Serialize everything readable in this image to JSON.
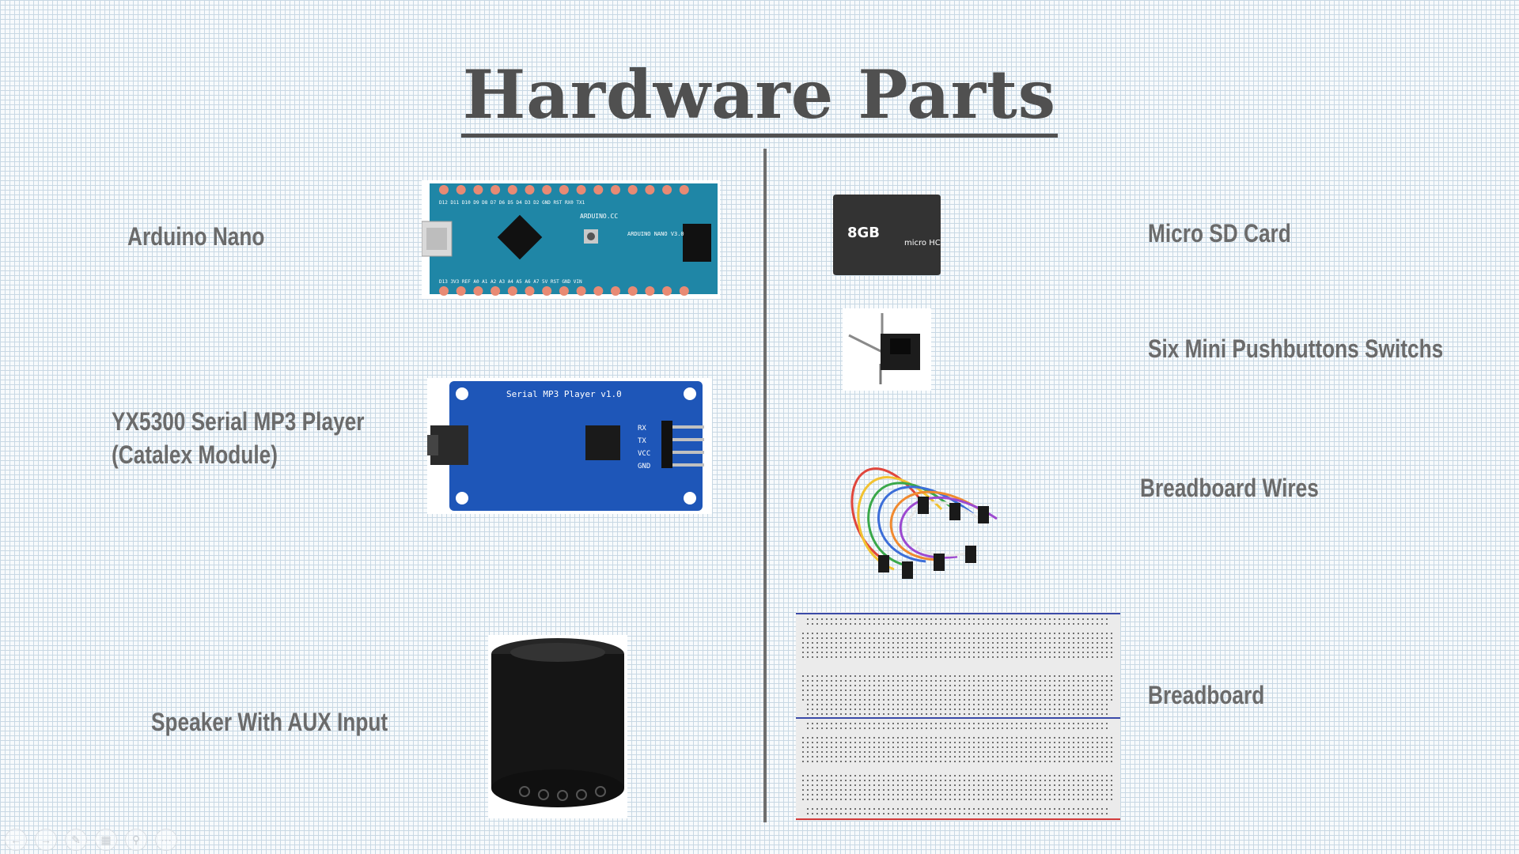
{
  "slide": {
    "title": "Hardware Parts"
  },
  "parts_left": [
    {
      "name": "Arduino Nano",
      "image_icon": "arduino-nano-board"
    },
    {
      "name_line1": "YX5300 Serial MP3 Player",
      "name_line2": "(Catalex Module)",
      "image_icon": "mp3-player-module"
    },
    {
      "name": "Speaker With AUX Input",
      "image_icon": "speaker"
    }
  ],
  "parts_right": [
    {
      "name": "Micro SD Card",
      "image_icon": "micro-sd-card"
    },
    {
      "name": "Six Mini Pushbuttons Switchs",
      "image_icon": "pushbutton-switch"
    },
    {
      "name": "Breadboard Wires",
      "image_icon": "jumper-wires"
    },
    {
      "name": "Breadboard",
      "image_icon": "breadboard"
    }
  ],
  "image_text": {
    "arduino_top_pins": "D12 D11 D10 D9 D8 D7 D6 D5 D4 D3 D2 GND RST RX0 TX1",
    "arduino_bottom_pins": "D13 3V3 REF A0 A1 A2 A3 A4 A5 A6 A7 5V RST GND VIN",
    "arduino_brand": "ARDUINO.CC",
    "arduino_model": "ARDUINO NANO V3.0",
    "mp3_title": "Serial MP3 Player v1.0",
    "mp3_pins": [
      "RX",
      "TX",
      "VCC",
      "GND"
    ],
    "sd_capacity": "8GB",
    "sd_logo": "micro HC"
  },
  "toolbar_icons": [
    "back-icon",
    "forward-icon",
    "pen-icon",
    "slides-icon",
    "zoom-icon",
    "more-icon"
  ],
  "colors": {
    "title": "#505050",
    "label": "#6b6b6b",
    "arduino_board": "#1f86a6",
    "mp3_board": "#1e56b8"
  }
}
